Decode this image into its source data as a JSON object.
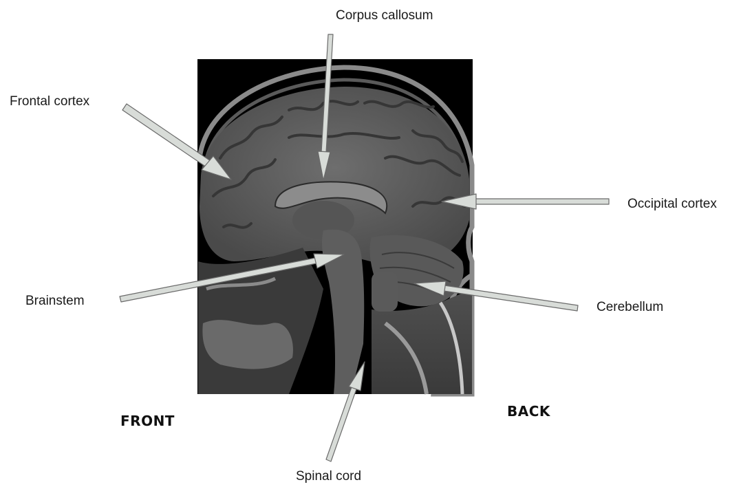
{
  "labels": {
    "corpus_callosum": "Corpus callosum",
    "frontal_cortex": "Frontal cortex",
    "occipital_cortex": "Occipital cortex",
    "brainstem": "Brainstem",
    "cerebellum": "Cerebellum",
    "spinal_cord": "Spinal cord"
  },
  "orientation": {
    "front": "FRONT",
    "back": "BACK"
  },
  "colors": {
    "scan_background": "#000000",
    "arrow_fill": "#d8dcd8",
    "arrow_stroke": "#6a6a6a"
  }
}
